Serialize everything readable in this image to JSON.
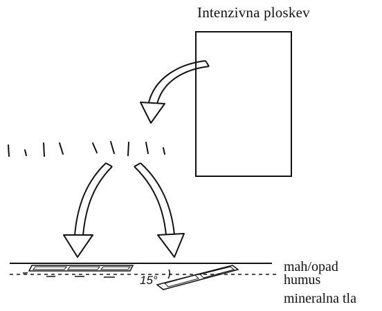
{
  "diagram": {
    "title": "Intenzivna ploskev",
    "angle_label": "15°",
    "layers": {
      "moss_litter": "mah/opad",
      "humus": "humus",
      "mineral_soil": "mineralna tla"
    }
  }
}
